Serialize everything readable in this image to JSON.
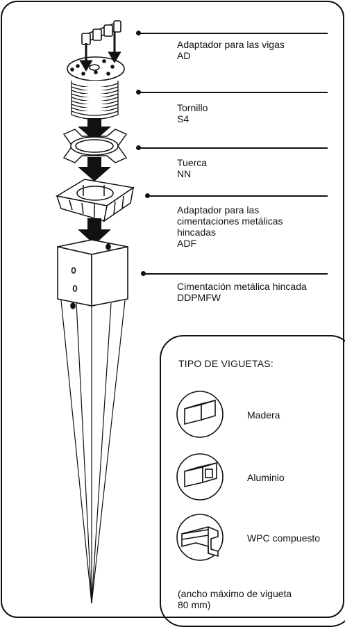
{
  "components": [
    {
      "name": "Adaptador para las vigas",
      "code": "AD"
    },
    {
      "name": "Tornillo",
      "code": "S4"
    },
    {
      "name": "Tuerca",
      "code": "NN"
    },
    {
      "name": "Adaptador para las cimentaciones metálicas hincadas",
      "name_lines": [
        "Adaptador para las",
        "cimentaciones metálicas",
        "hincadas"
      ],
      "code": "ADF"
    },
    {
      "name": "Cimentación metálica hincada",
      "code": "DDPMFW"
    }
  ],
  "joist_types": {
    "title": "TIPO DE VIGUETAS:",
    "items": [
      {
        "label": "Madera",
        "icon": "wood-joist-icon"
      },
      {
        "label": "Aluminio",
        "icon": "aluminium-joist-icon"
      },
      {
        "label": "WPC compuesto",
        "icon": "wpc-joist-icon"
      }
    ],
    "note_line1": "(ancho máximo de vigueta",
    "note_line2": "80 mm)"
  },
  "colors": {
    "line": "#111111",
    "background": "#ffffff"
  }
}
